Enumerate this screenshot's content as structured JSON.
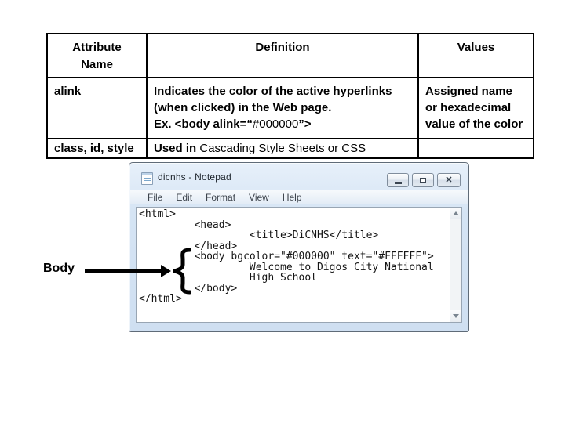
{
  "table": {
    "headers": [
      "Attribute Name",
      "Definition",
      "Values"
    ],
    "rows": [
      {
        "attribute": "alink",
        "definition_text": "Indicates the color of the active hyperlinks (when clicked) in the Web page.",
        "definition_ex_prefix": "Ex. <body alink=“",
        "definition_ex_value": "#000000",
        "definition_ex_suffix": "”>",
        "values": "Assigned name or hexadecimal value of the color"
      },
      {
        "attribute": "class, id, style",
        "definition_prefix": "Used in ",
        "definition_rest": "Cascading Style Sheets or CSS",
        "values": ""
      }
    ]
  },
  "notepad": {
    "title": "dicnhs - Notepad",
    "menu_items": [
      "File",
      "Edit",
      "Format",
      "View",
      "Help"
    ],
    "close_glyph": "✕",
    "code_lines": [
      "<html>",
      "\t<head>",
      "\t\t<title>DiCNHS</title>",
      "\t</head>",
      "\t<body bgcolor=\"#000000\" text=\"#FFFFFF\">",
      "\t\tWelcome to Digos City National",
      "\t\tHigh School",
      "\t</body>",
      "</html>"
    ]
  },
  "annotation": {
    "label": "Body"
  },
  "colors": {
    "window_frame": "#d5e4f4",
    "window_border": "#5f6b78",
    "table_border": "#000000",
    "code_text": "#141414"
  }
}
